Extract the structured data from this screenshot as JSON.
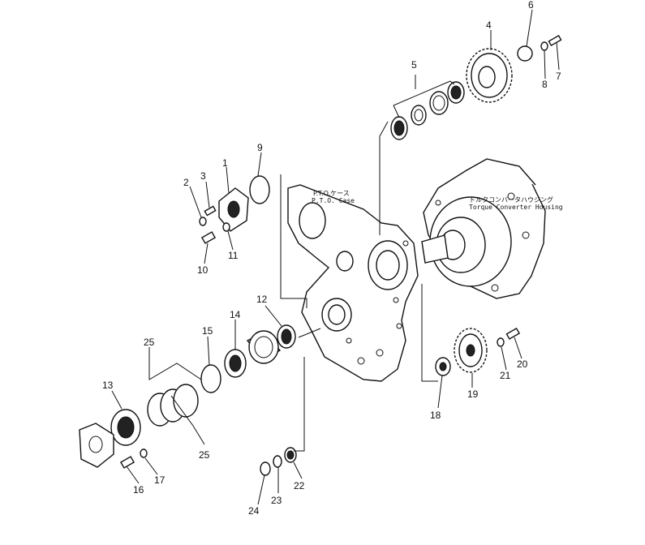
{
  "case_label": {
    "jp": "P.T.O.ケース",
    "en": "P.T.O. Case"
  },
  "housing_label": {
    "jp": "トルクコンバータハウジング",
    "en": "Torque Converter Housing"
  },
  "callouts": [
    "1",
    "2",
    "3",
    "4",
    "5",
    "6",
    "7",
    "8",
    "9",
    "10",
    "11",
    "12",
    "13",
    "14",
    "15",
    "16",
    "17",
    "18",
    "19",
    "20",
    "21",
    "22",
    "23",
    "24",
    "25",
    "25"
  ]
}
